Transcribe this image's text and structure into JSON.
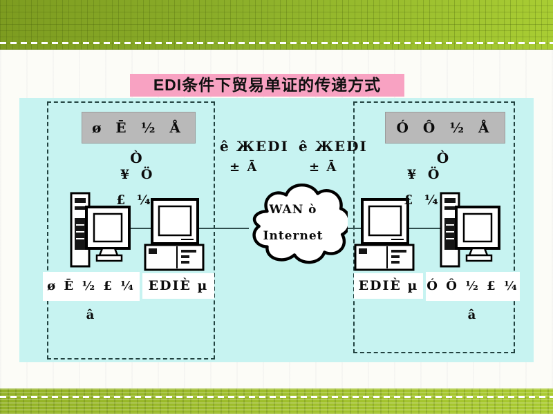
{
  "slide": {
    "title": "EDI条件下贸易单证的传递方式"
  },
  "left_panel": {
    "header": "ø Ē ½ Å Ò",
    "flow_top": "¥ Ö",
    "flow_bottom": "£ ¼",
    "company_label": "ø Ē ½ £ ¼ â",
    "edi_center_label": "EDIÈ µ"
  },
  "center_panel": {
    "edi_left": "ê ЖEDI",
    "edi_left_sub": "± Ā",
    "edi_right": "ê ЖEDI",
    "edi_right_sub": "± Ā",
    "cloud_line1": "WAN ò",
    "cloud_line2": "Internet"
  },
  "right_panel": {
    "header": "Ó Ô ½ Å Ò",
    "flow_top": "¥ Ö",
    "flow_bottom": "£ ¼",
    "edi_center_label": "EDIÈ µ",
    "company_label": "Ó Ô ½ £ ¼ â"
  },
  "colors": {
    "title_pink": "#f8a2c2",
    "diagram_cyan": "#c7f3f1",
    "band_green_dark": "#7d9c20",
    "band_green_light": "#a9cd33",
    "gray_header_box": "#b9b9b9",
    "dashed_border": "#21413f"
  }
}
